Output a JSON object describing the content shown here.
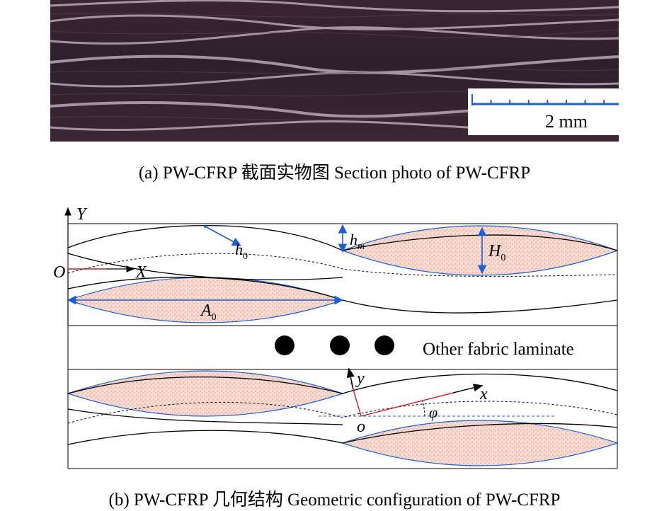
{
  "photo": {
    "scale_bar_label": "2 mm"
  },
  "captions": {
    "a": "(a) PW-CFRP 截面实物图 Section photo of PW-CFRP",
    "b": "(b) PW-CFRP 几何结构 Geometric configuration of PW-CFRP"
  },
  "diagram": {
    "global_axes": {
      "y_label": "Y",
      "x_label": "X",
      "origin_label": "O"
    },
    "dimensions": {
      "h0": "h",
      "h0_sub": "0",
      "hm": "h",
      "hm_sub": "m",
      "H0": "H",
      "H0_sub": "0",
      "A0": "A",
      "A0_sub": "0"
    },
    "middle_label": "Other fabric laminate",
    "local_axes": {
      "x_label": "x",
      "y_label": "y",
      "origin_label": "o",
      "angle_label": "φ"
    }
  },
  "colors": {
    "photo_bg": "#3a2532",
    "yarn_fill": "#f3d3c8",
    "dimension_blue": "#1f5fd0",
    "axis_red": "#d0202a"
  }
}
